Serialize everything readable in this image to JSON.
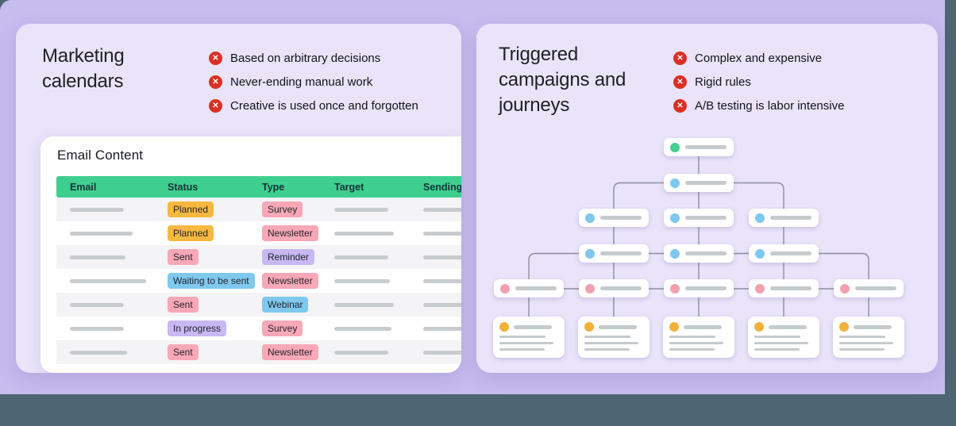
{
  "colors": {
    "background_band": "#4d6671",
    "backdrop_purple": "#c6bcee",
    "panel_lavender": "#e9e4f9",
    "table_header_green": "#3ecf8e",
    "bullet_icon_red": "#dc2f23",
    "connector_gray": "#8d8e9e"
  },
  "left_panel": {
    "title": "Marketing calendars",
    "bullets": [
      "Based on arbitrary decisions",
      "Never-ending manual work",
      "Creative is used once and forgotten"
    ],
    "card": {
      "title": "Email Content",
      "table": {
        "columns": [
          "Email",
          "Status",
          "Type",
          "Target",
          "Sending"
        ],
        "rows": [
          {
            "status": {
              "label": "Planned",
              "bg": "#f6b840"
            },
            "type": {
              "label": "Survey",
              "bg": "#f8a8b7"
            },
            "bars": {
              "email": 68,
              "target": 68,
              "sending": 60
            }
          },
          {
            "status": {
              "label": "Planned",
              "bg": "#f6b840"
            },
            "type": {
              "label": "Newsletter",
              "bg": "#f8a8b7"
            },
            "bars": {
              "email": 79,
              "target": 75,
              "sending": 60
            }
          },
          {
            "status": {
              "label": "Sent",
              "bg": "#f8a8b7"
            },
            "type": {
              "label": "Reminder",
              "bg": "#c8b8f4"
            },
            "bars": {
              "email": 70,
              "target": 68,
              "sending": 60
            }
          },
          {
            "status": {
              "label": "Waiting to be sent",
              "bg": "#7fc9ef"
            },
            "type": {
              "label": "Newsletter",
              "bg": "#f8a8b7"
            },
            "bars": {
              "email": 96,
              "target": 70,
              "sending": 60
            }
          },
          {
            "status": {
              "label": "Sent",
              "bg": "#f8a8b7"
            },
            "type": {
              "label": "Webinar",
              "bg": "#7fc9ef"
            },
            "bars": {
              "email": 68,
              "target": 75,
              "sending": 60
            }
          },
          {
            "status": {
              "label": "In progress",
              "bg": "#c8b8f4"
            },
            "type": {
              "label": "Survey",
              "bg": "#f8a8b7"
            },
            "bars": {
              "email": 68,
              "target": 72,
              "sending": 60
            }
          },
          {
            "status": {
              "label": "Sent",
              "bg": "#f8a8b7"
            },
            "type": {
              "label": "Newsletter",
              "bg": "#f8a8b7"
            },
            "bars": {
              "email": 72,
              "target": 68,
              "sending": 60
            }
          }
        ]
      }
    }
  },
  "right_panel": {
    "title": "Triggered campaigns and journeys",
    "bullets": [
      "Complex and expensive",
      "Rigid rules",
      "A/B testing is labor intensive"
    ],
    "tree": {
      "levels": [
        {
          "name": "entry-node",
          "kind": "node",
          "dot_color": "#45d08f",
          "cols": [
            2
          ]
        },
        {
          "name": "trigger-node",
          "kind": "node",
          "dot_color": "#7ec8f0",
          "cols": [
            2
          ]
        },
        {
          "name": "branch-node",
          "kind": "node",
          "dot_color": "#7ec8f0",
          "cols": [
            1,
            2,
            3
          ]
        },
        {
          "name": "branch-node",
          "kind": "node",
          "dot_color": "#7ec8f0",
          "cols": [
            1,
            2,
            3
          ]
        },
        {
          "name": "step-node",
          "kind": "node",
          "dot_color": "#f2a0ae",
          "cols": [
            0,
            1,
            2,
            3,
            4
          ]
        },
        {
          "name": "email-card-node",
          "kind": "card",
          "dot_color": "#f2b13b",
          "cols": [
            0,
            1,
            2,
            3,
            4
          ]
        }
      ]
    }
  }
}
